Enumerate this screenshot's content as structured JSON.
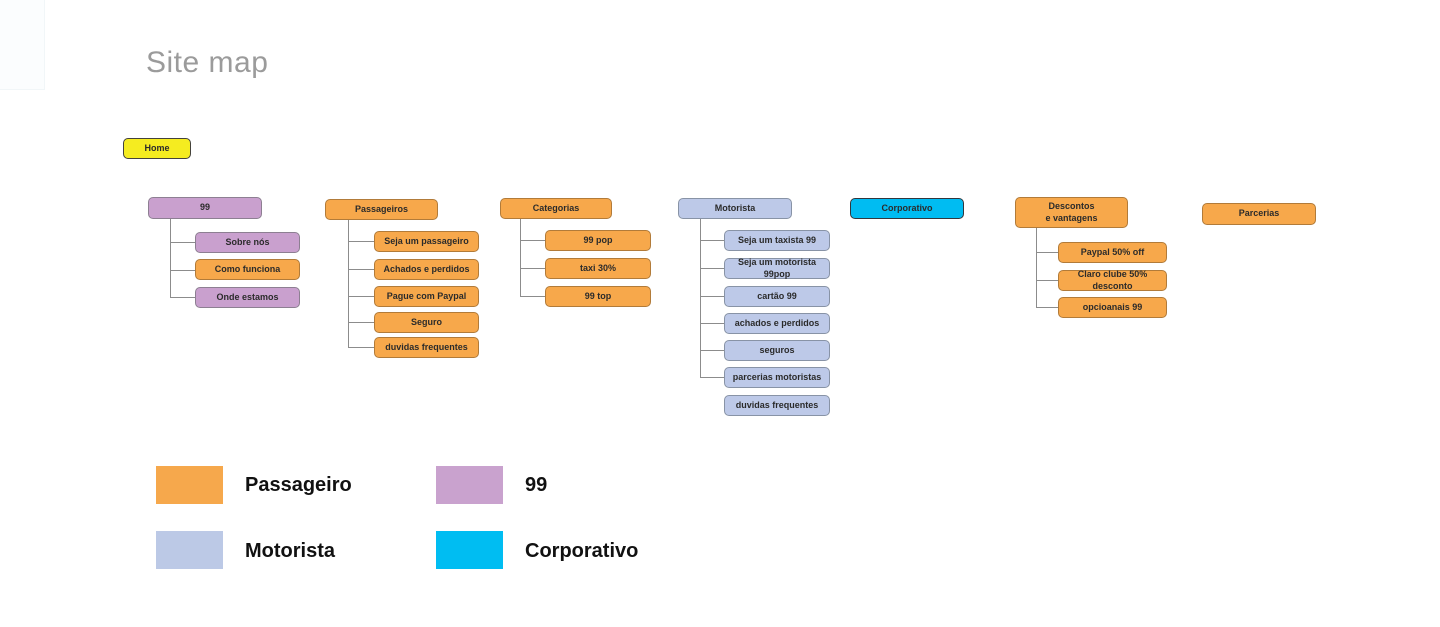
{
  "title": "Site map",
  "home": {
    "label": "Home",
    "color": "#F5EC20"
  },
  "columns": [
    {
      "label": "99",
      "type": "purple",
      "children": [
        {
          "label": "Sobre nós",
          "type": "purple"
        },
        {
          "label": "Como funciona",
          "type": "orange"
        },
        {
          "label": "Onde estamos",
          "type": "purple"
        }
      ]
    },
    {
      "label": "Passageiros",
      "type": "orange",
      "children": [
        {
          "label": "Seja um passageiro",
          "type": "orange"
        },
        {
          "label": "Achados e perdidos",
          "type": "orange"
        },
        {
          "label": "Pague com Paypal",
          "type": "orange"
        },
        {
          "label": "Seguro",
          "type": "orange"
        },
        {
          "label": "duvidas frequentes",
          "type": "orange"
        }
      ]
    },
    {
      "label": "Categorias",
      "type": "orange",
      "children": [
        {
          "label": "99 pop",
          "type": "orange"
        },
        {
          "label": "taxi 30%",
          "type": "orange"
        },
        {
          "label": "99 top",
          "type": "orange"
        }
      ]
    },
    {
      "label": "Motorista",
      "type": "blue",
      "children": [
        {
          "label": "Seja um taxista 99",
          "type": "blue"
        },
        {
          "label": "Seja um motorista 99pop",
          "type": "blue"
        },
        {
          "label": "cartão 99",
          "type": "blue"
        },
        {
          "label": "achados e perdidos",
          "type": "blue"
        },
        {
          "label": "seguros",
          "type": "blue"
        },
        {
          "label": "parcerias motoristas",
          "type": "blue"
        },
        {
          "label": "duvidas frequentes",
          "type": "blue"
        }
      ]
    },
    {
      "label": "Corporativo",
      "type": "cyan",
      "children": []
    },
    {
      "label": "Descontos\ne vantagens",
      "type": "orange",
      "children": [
        {
          "label": "Paypal 50% off",
          "type": "orange"
        },
        {
          "label": "Claro clube 50% desconto",
          "type": "orange"
        },
        {
          "label": "opcioanais 99",
          "type": "orange"
        }
      ]
    },
    {
      "label": "Parcerias",
      "type": "orange",
      "children": []
    }
  ],
  "legend": {
    "items": [
      {
        "label": "Passageiro",
        "color": "#F6A84C"
      },
      {
        "label": "99",
        "color": "#C9A2CE"
      },
      {
        "label": "Motorista",
        "color": "#BCC9E6"
      },
      {
        "label": "Corporativo",
        "color": "#00BDF2"
      }
    ]
  },
  "colors": {
    "orange_fill": "#F7A84B",
    "orange_border": "#B27B39",
    "purple_fill": "#C9A0CE",
    "purple_border": "#8D7F92",
    "blue_fill": "#BDC9E8",
    "blue_border": "#8893A6",
    "cyan_fill": "#00BCF2",
    "cyan_border": "#32373E",
    "yellow_fill": "#F5EC20",
    "yellow_border": "#44423B",
    "connector": "#8c8c8c",
    "title_gray": "#9b9b9b"
  }
}
